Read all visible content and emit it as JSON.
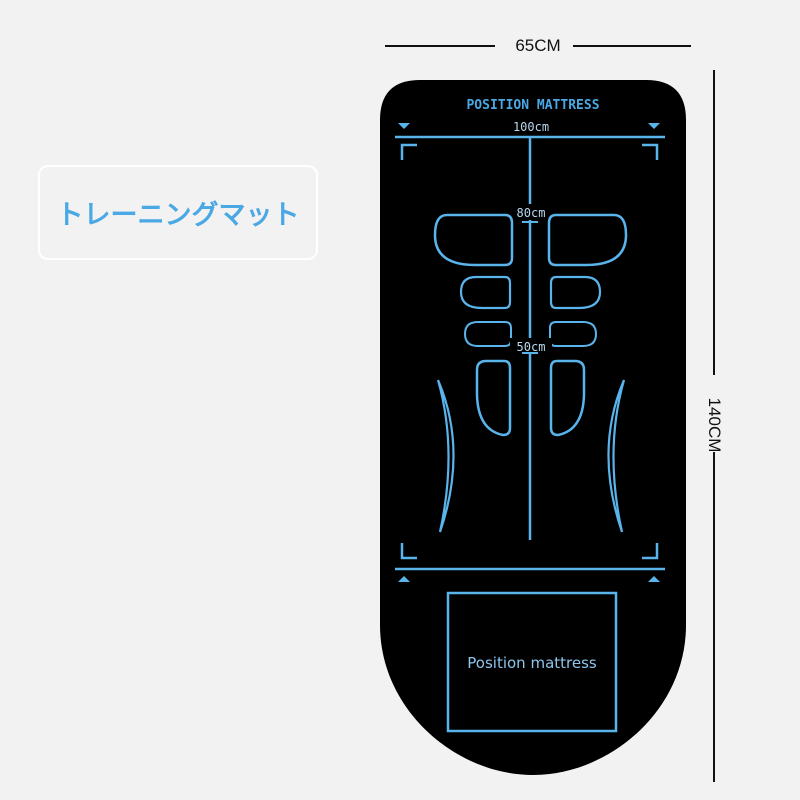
{
  "title_card": {
    "text": "トレーニングマット"
  },
  "dimensions": {
    "width_label": "65CM",
    "height_label": "140CM"
  },
  "mat": {
    "header": "POSITION MATTRESS",
    "top_measure": "100cm",
    "mid_measure_1": "80cm",
    "mid_measure_2": "50cm",
    "box_label": "Position mattress",
    "colors": {
      "mat": "#000000",
      "accent": "#4aa8e4",
      "line": "#5ab4ec"
    }
  }
}
